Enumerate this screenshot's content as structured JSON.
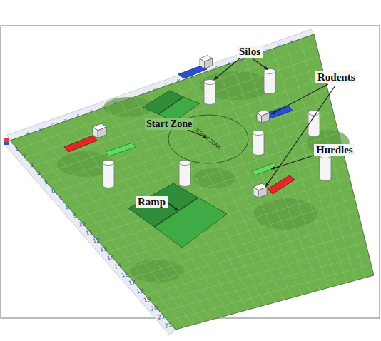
{
  "diagram": {
    "labels": [
      "Silos",
      "Rodents",
      "Start Zone",
      "START ZONE",
      "Hurdles",
      "Ramp",
      "1",
      "2",
      "3",
      "4",
      "5",
      "6",
      "7",
      "8",
      "9",
      "10",
      "11",
      "12",
      "13",
      "14",
      "15",
      "16",
      "17",
      "18",
      "19",
      "20",
      "21",
      "22",
      "A",
      "B",
      "C",
      "D",
      "E",
      "F",
      "G",
      "H",
      "I",
      "J",
      "K",
      "L",
      "M",
      "N",
      "O",
      "P",
      "Q",
      "R",
      "S",
      "T",
      "U",
      "V"
    ]
  }
}
